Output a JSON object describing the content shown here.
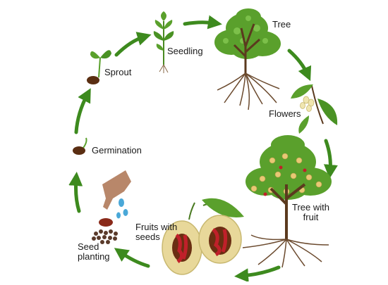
{
  "diagram": {
    "stages": [
      {
        "id": "seed-planting",
        "label_line1": "Seed",
        "label_line2": "planting"
      },
      {
        "id": "germination",
        "label": "Germination"
      },
      {
        "id": "sprout",
        "label": "Sprout"
      },
      {
        "id": "seedling",
        "label": "Seedling"
      },
      {
        "id": "tree",
        "label": "Tree"
      },
      {
        "id": "flowers",
        "label": "Flowers"
      },
      {
        "id": "tree-with-fruit",
        "label_line1": "Tree with",
        "label_line2": "fruit"
      },
      {
        "id": "fruits-with-seeds",
        "label_line1": "Fruits with",
        "label_line2": "seeds"
      }
    ]
  },
  "colors": {
    "arrow": "#3d8a1e",
    "leaf": "#5aa02c",
    "leaf_dark": "#3f7d1f",
    "trunk": "#5b3a1e",
    "root": "#6b4a2e",
    "seed": "#5a2e12",
    "fruit_skin": "#e8d89a",
    "mace_red": "#c0202a",
    "hand": "#b8876a",
    "water": "#4aa8d8"
  }
}
